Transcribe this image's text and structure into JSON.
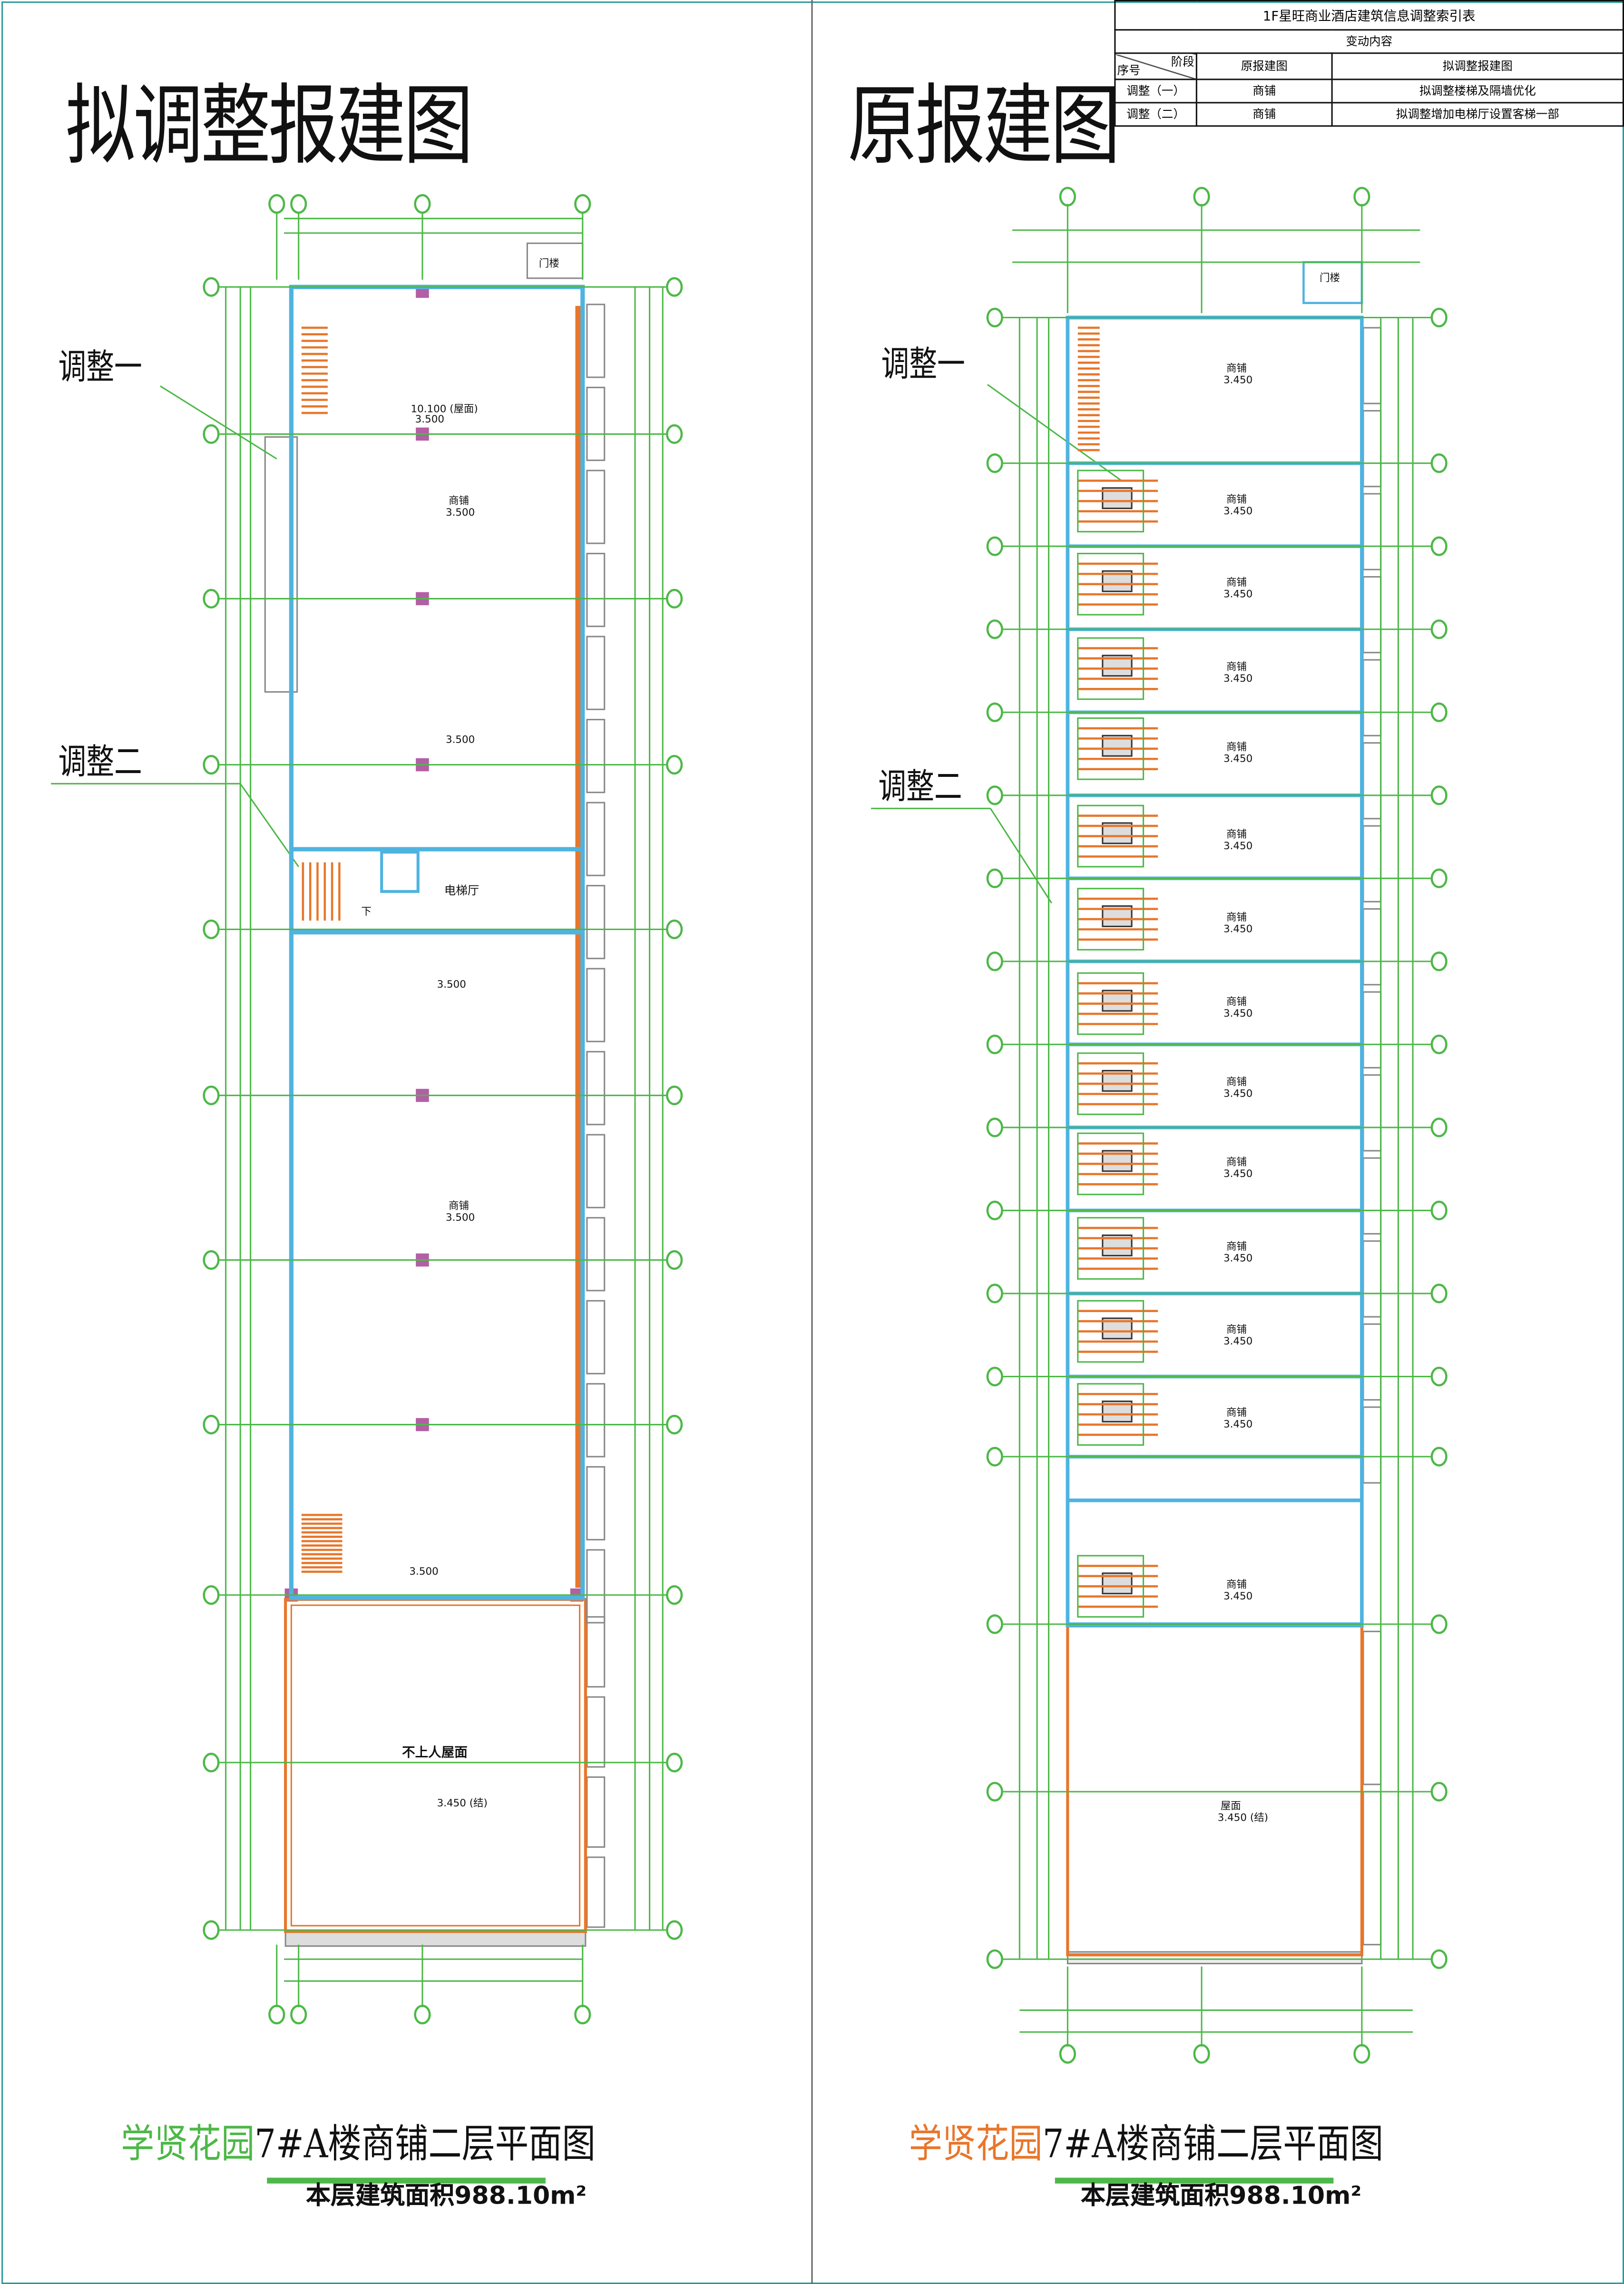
{
  "left_title": "拟调整报建图",
  "right_title": "原报建图",
  "index_table": {
    "title": "1F星旺商业酒店建筑信息调整索引表",
    "subtitle": "变动内容",
    "corner_stage": "阶段",
    "corner_no": "序号",
    "col_original": "原报建图",
    "col_adjusted": "拟调整报建图",
    "rows": [
      {
        "no": "调整（一）",
        "original": "商铺",
        "adjusted": "拟调整楼梯及隔墙优化"
      },
      {
        "no": "调整（二）",
        "original": "商铺",
        "adjusted": "拟调整增加电梯厅设置客梯一部"
      }
    ]
  },
  "left_plan": {
    "callout_1": "调整一",
    "callout_2": "调整二",
    "gatehouse": "门楼",
    "elevator_hall": "电梯厅",
    "shop": "商铺",
    "shop_level": "3.500",
    "stair_level": "10.100 (屋面)",
    "down": "下",
    "roof": "不上人屋面",
    "roof_level": "3.450 (结)"
  },
  "right_plan": {
    "callout_1": "调整一",
    "callout_2": "调整二",
    "gatehouse": "门楼",
    "shop": "商铺",
    "shop_level": "3.450",
    "roof": "屋面",
    "roof_level": "3.450 (结)"
  },
  "left_footer": {
    "project": "学贤花园",
    "drawing": "7#A楼商铺二层平面图",
    "area": "本层建筑面积988.10m²"
  },
  "right_footer": {
    "project": "学贤花园",
    "drawing": "7#A楼商铺二层平面图",
    "area": "本层建筑面积988.10m²"
  },
  "colors": {
    "wall": "#4fb3e0",
    "stair": "#e8762b",
    "axis": "#4db848",
    "column": "#b35fa5",
    "glass": "#888888"
  }
}
